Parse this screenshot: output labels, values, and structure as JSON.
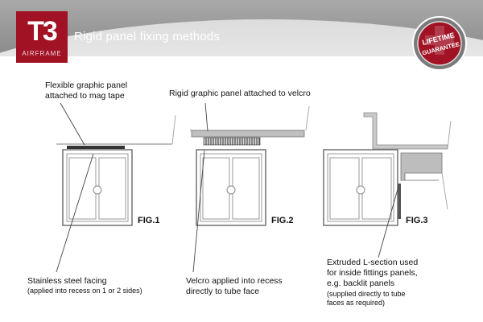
{
  "header": {
    "title": "Rigid panel fixing methods",
    "logo_mark": "T3",
    "logo_sub": "AIRFRAME",
    "seal_text": [
      "LIFETIME",
      "GUARANTEE"
    ]
  },
  "colors": {
    "brand": "#a01224",
    "line": "#555555",
    "panel": "#bfbfbf"
  },
  "figures": [
    {
      "label": "FIG.1",
      "top_caption": [
        "Flexible graphic panel",
        "attached to mag tape"
      ],
      "bottom_caption": [
        "Stainless steel facing"
      ],
      "bottom_note": [
        "(applied into recess on 1 or 2 sides)"
      ]
    },
    {
      "label": "FIG.2",
      "top_caption": [
        "Rigid graphic panel attached to velcro"
      ],
      "bottom_caption": [
        "Velcro applied into recess",
        "directly to tube face"
      ]
    },
    {
      "label": "FIG.3",
      "bottom_caption": [
        "Extruded L-section used",
        "for inside fittings panels,",
        "e.g. backlit panels"
      ],
      "bottom_note": [
        "(supplied directly to tube",
        "faces as required)"
      ]
    }
  ]
}
